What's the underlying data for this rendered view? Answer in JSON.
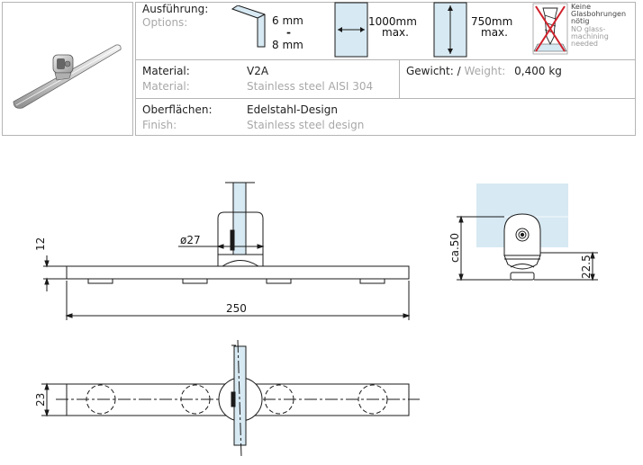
{
  "header": {
    "options_label": "Ausführung:",
    "options_sub": "Options:",
    "thickness_top": "6 mm",
    "thickness_dash": "-",
    "thickness_bottom": "8 mm",
    "width_value": "1000mm",
    "width_suffix": "max.",
    "height_value": "750mm",
    "height_suffix": "max.",
    "nodrill_1": "Keine",
    "nodrill_2": "Glasbohrungen",
    "nodrill_3": "nötig",
    "nodrill_4": "NO glass-",
    "nodrill_5": "machining",
    "nodrill_6": "needed"
  },
  "material": {
    "label": "Material:",
    "label_sub": "Material:",
    "value": "V2A",
    "value_sub": "Stainless steel AISI 304",
    "weight_label": "Gewicht: /",
    "weight_label_sub": "Weight:",
    "weight_value": "0,400 kg"
  },
  "finish": {
    "label": "Oberflächen:",
    "label_sub": "Finish:",
    "value": "Edelstahl-Design",
    "value_sub": "Stainless steel design"
  },
  "drawing": {
    "dim_diameter": "ø27",
    "dim_height": "12",
    "dim_length": "250",
    "dim_width": "23",
    "dim_total_height": "ca.50",
    "dim_side_height": "22.5"
  },
  "colors": {
    "glass": "#d7e9f3",
    "line": "#1a1a1a",
    "frame": "#b5b5b5"
  }
}
